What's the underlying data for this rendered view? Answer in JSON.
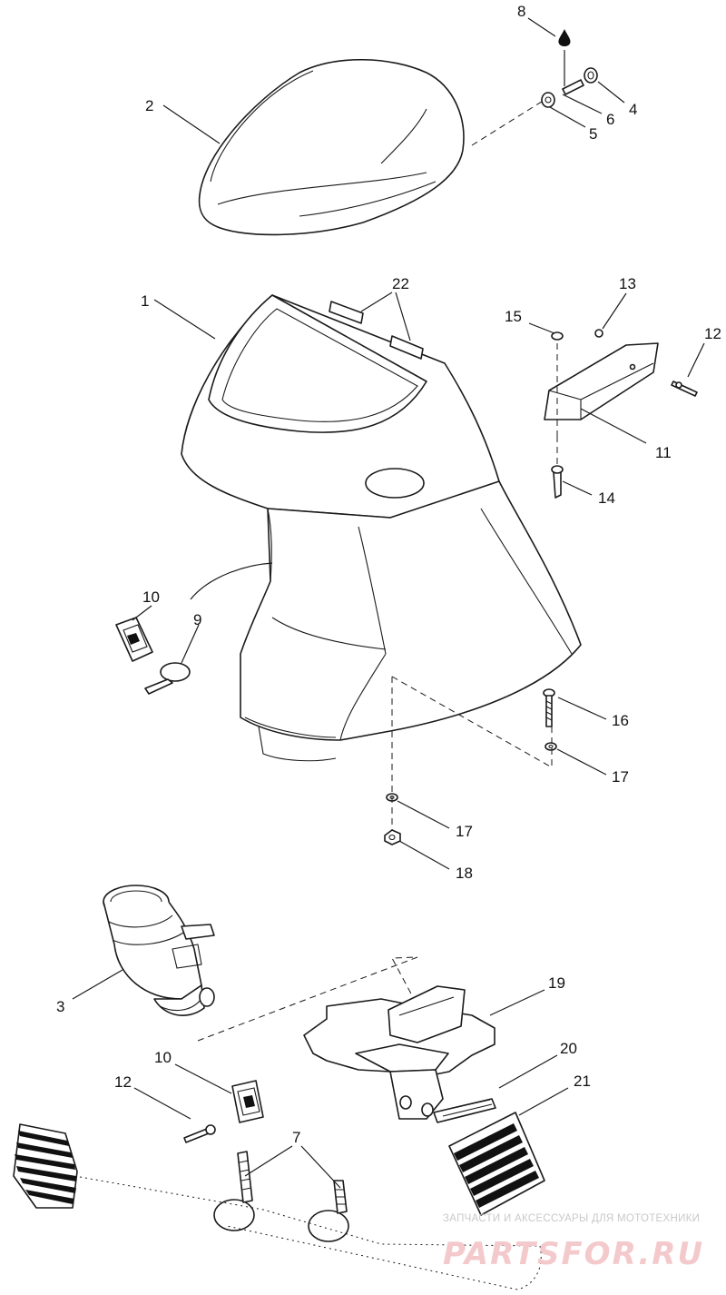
{
  "callouts": {
    "c1": "1",
    "c2": "2",
    "c3": "3",
    "c4": "4",
    "c5": "5",
    "c6": "6",
    "c7": "7",
    "c8": "8",
    "c9": "9",
    "c10a": "10",
    "c10b": "10",
    "c11": "11",
    "c12a": "12",
    "c12b": "12",
    "c13": "13",
    "c14": "14",
    "c15": "15",
    "c16": "16",
    "c17a": "17",
    "c17b": "17",
    "c18": "18",
    "c19": "19",
    "c20": "20",
    "c21": "21",
    "c22": "22"
  },
  "watermark": {
    "tagline": "ЗАПЧАСТИ И АКСЕССУАРЫ ДЛЯ МОТОТЕХНИКИ",
    "brand": "PARTSFOR.RU"
  },
  "colors": {
    "line": "#1a1a1a",
    "watermark_text": "#c9c9c9",
    "watermark_brand": "#f3c9cc"
  }
}
